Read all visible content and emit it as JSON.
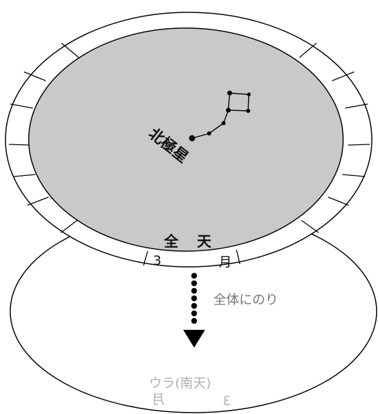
{
  "diagram": {
    "star_label": "北極星",
    "sky_label": "全 天",
    "month_number": "3",
    "month_unit": "月",
    "instruction": "全体にのり",
    "back_title": "ウラ(南天)",
    "back_month_unit": "月",
    "back_month_number": "3"
  },
  "colors": {
    "disk_fill": "#c9c9c9",
    "outline": "#000000",
    "back_text": "#b0b0b0",
    "note_text": "#777777"
  }
}
